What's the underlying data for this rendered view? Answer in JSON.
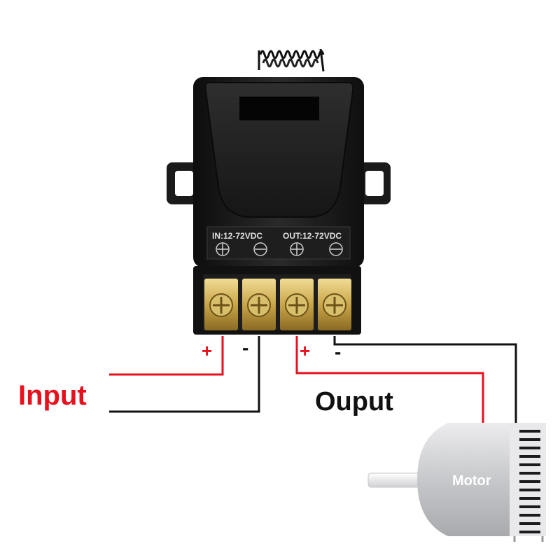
{
  "module": {
    "in_label": "IN:12-72VDC",
    "out_label": "OUT:12-72VDC"
  },
  "terminals": {
    "input_plus": "+",
    "input_minus": "-",
    "output_plus": "+",
    "output_minus": "-"
  },
  "labels": {
    "input": "Input",
    "output": "Ouput",
    "motor": "Motor"
  },
  "colors": {
    "positive_wire": "#e8101c",
    "negative_wire": "#111111",
    "module_body": "#1c1c1c",
    "terminal_brass": "#c9a64a",
    "motor_body": "#d9dadc"
  },
  "icons": {
    "terminal_plus_symbol": "plus-circle-icon",
    "terminal_minus_symbol": "minus-circle-icon"
  }
}
